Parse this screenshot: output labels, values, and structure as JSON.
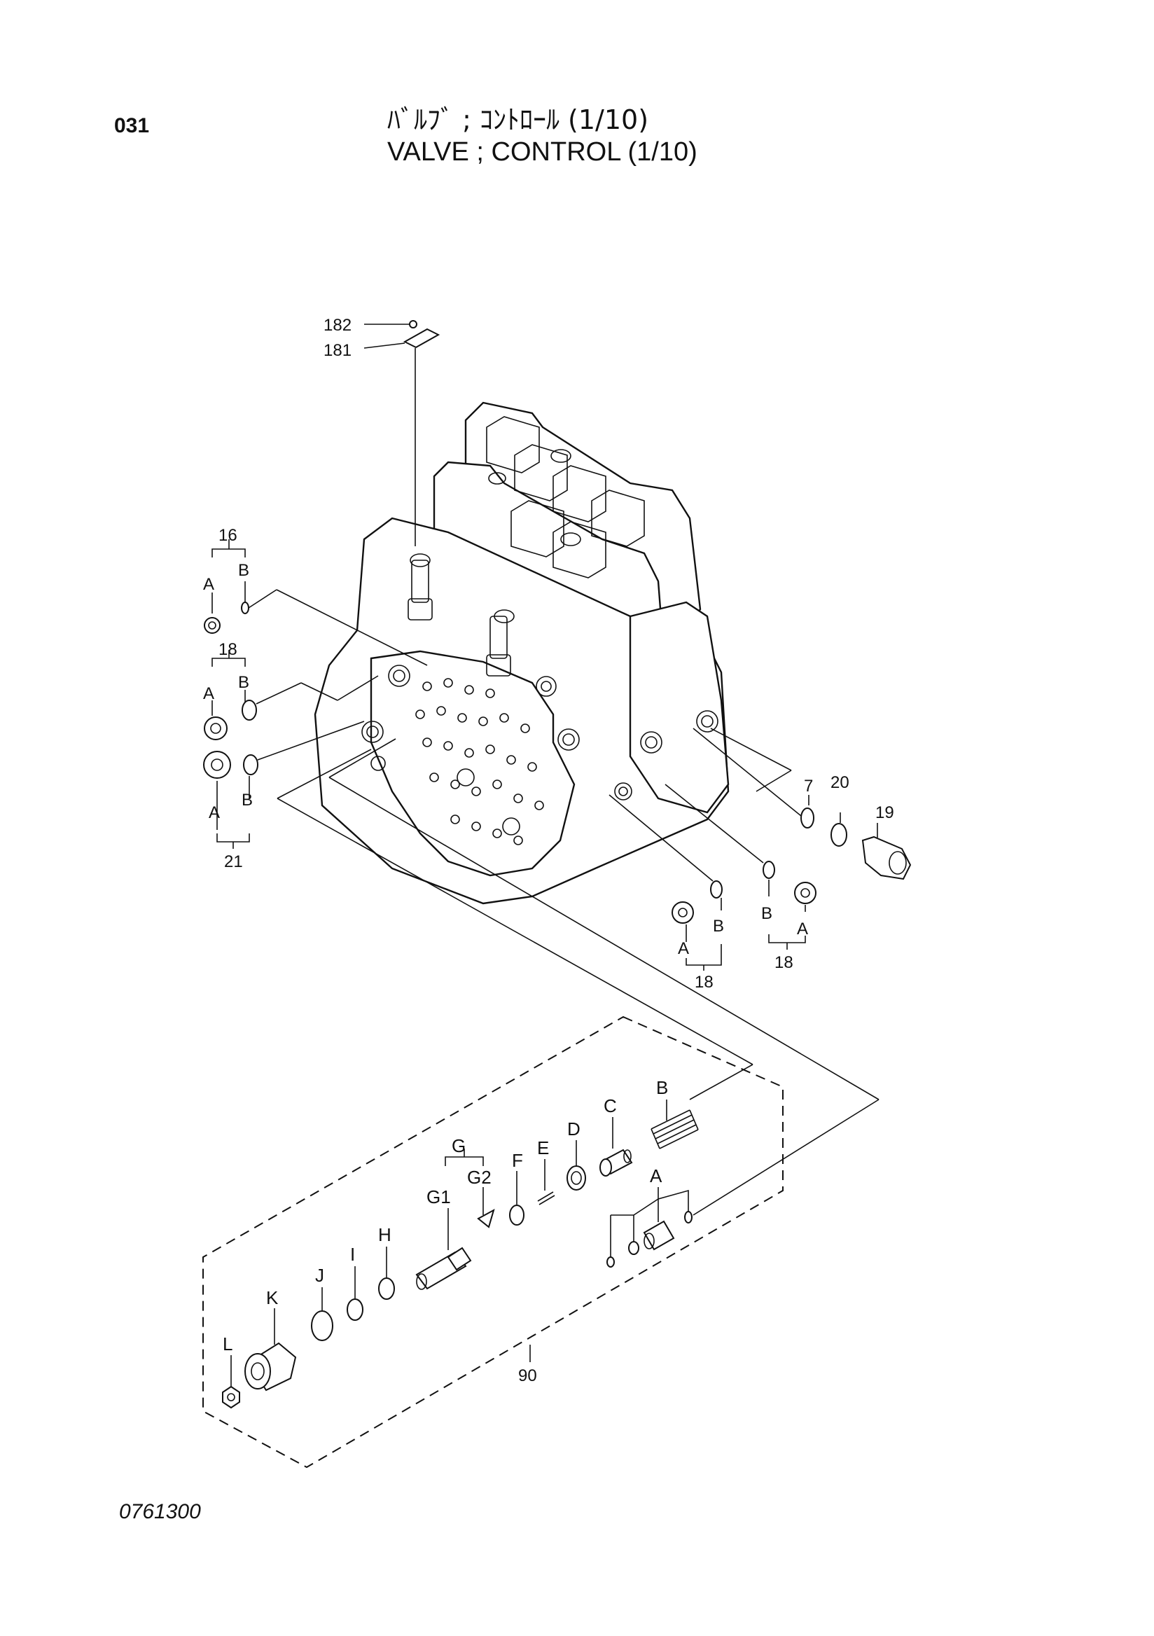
{
  "header": {
    "page_number": "031",
    "title_jp": "ﾊﾞﾙﾌﾞ ; ｺﾝﾄﾛｰﾙ (1/10)",
    "title_en": "VALVE ; CONTROL (1/10)"
  },
  "footer": {
    "drawing_number": "0761300"
  },
  "callouts": {
    "p182": "182",
    "p181": "181",
    "p16": "16",
    "p18a": "18",
    "p21": "21",
    "p7": "7",
    "p20": "20",
    "p19": "19",
    "p18b": "18",
    "p18c": "18",
    "p90": "90",
    "a1": "A",
    "b1": "B",
    "a2": "A",
    "b2": "B",
    "a3": "A",
    "b3": "B",
    "a4": "A",
    "b4": "B",
    "a5": "A",
    "b5": "B",
    "kitA": "A",
    "kitB": "B",
    "kitC": "C",
    "kitD": "D",
    "kitE": "E",
    "kitF": "F",
    "kitG": "G",
    "kitG1": "G1",
    "kitG2": "G2",
    "kitH": "H",
    "kitI": "I",
    "kitJ": "J",
    "kitK": "K",
    "kitL": "L"
  }
}
